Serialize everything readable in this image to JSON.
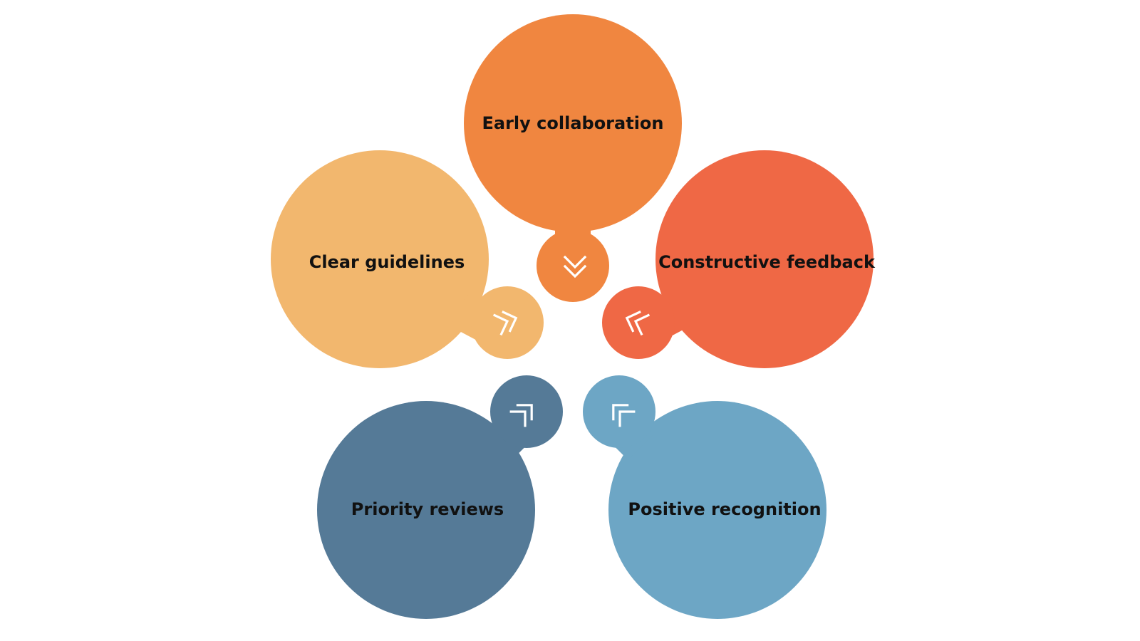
{
  "diagram": {
    "petals": [
      {
        "id": "early-collaboration",
        "label": "Early collaboration",
        "color": "#F08640",
        "arrow_direction": "down"
      },
      {
        "id": "constructive-feedback",
        "label": "Constructive feedback",
        "color": "#EF6845",
        "arrow_direction": "left"
      },
      {
        "id": "positive-recognition",
        "label": "Positive recognition",
        "color": "#6DA6C5",
        "arrow_direction": "up-left"
      },
      {
        "id": "priority-reviews",
        "label": "Priority reviews",
        "color": "#557A97",
        "arrow_direction": "up-right"
      },
      {
        "id": "clear-guidelines",
        "label": "Clear guidelines",
        "color": "#F2B76E",
        "arrow_direction": "right"
      }
    ],
    "arrow_icon": "double-chevron-icon"
  }
}
